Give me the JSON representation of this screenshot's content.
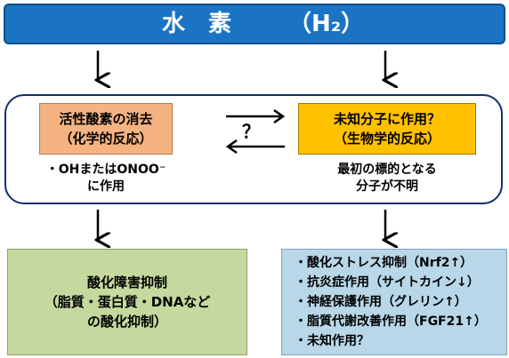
{
  "title": {
    "main": "水　素",
    "formula": "（H₂）"
  },
  "chemical_box": {
    "line1": "活性酸素の消去",
    "line2": "（化学的反応）"
  },
  "biological_box": {
    "line1": "未知分子に作用？",
    "line2": "（生物学的反応）"
  },
  "question_mark": "？",
  "chemical_note": {
    "line1": "・OHまたはONOO⁻",
    "line2": "に作用"
  },
  "biological_note": {
    "line1": "最初の標的となる",
    "line2": "分子が不明"
  },
  "oxidation_box": {
    "line1": "酸化障害抑制",
    "line2": "（脂質・蛋白質・DNAなど",
    "line3": "の酸化抑制）"
  },
  "effects": [
    "・酸化ストレス抑制（Nrf2↑）",
    "・抗炎症作用（サイトカイン↓）",
    "・神経保護作用（グレリン↑）",
    "・脂質代謝改善作用（FGF21↑）",
    "・未知作用？"
  ],
  "colors": {
    "banner": "#1b73c4",
    "chemical": "#f5b381",
    "biological": "#ffc000",
    "oxidation": "#c5d89e",
    "effects": "#b8d7e8",
    "frame": "#102f6b"
  }
}
